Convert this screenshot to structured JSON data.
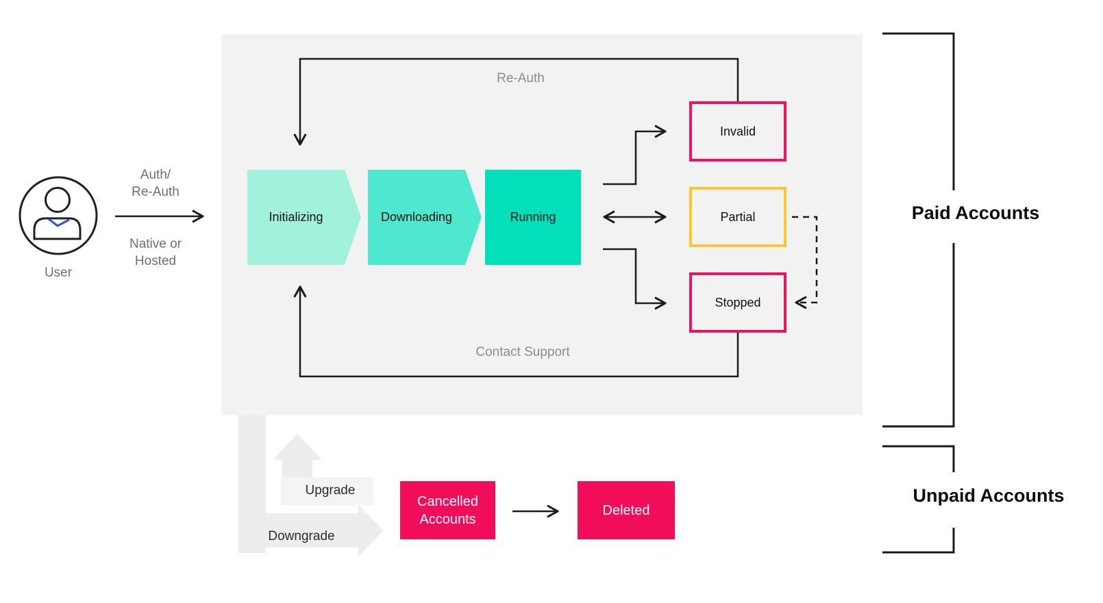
{
  "diagram_title": "account-state-flow",
  "user": {
    "label": "User",
    "auth_line1": "Auth/",
    "auth_line2": "Re-Auth",
    "native_line1": "Native or",
    "native_line2": "Hosted"
  },
  "flow": {
    "initializing": "Initializing",
    "downloading": "Downloading",
    "running": "Running"
  },
  "states": {
    "invalid": "Invalid",
    "partial": "Partial",
    "stopped": "Stopped"
  },
  "loops": {
    "reauth": "Re-Auth",
    "contact": "Contact Support"
  },
  "brackets": {
    "paid": "Paid Accounts",
    "unpaid": "Unpaid Accounts"
  },
  "unpaid_flow": {
    "upgrade": "Upgrade",
    "downgrade": "Downgrade",
    "cancelled_line1": "Cancelled",
    "cancelled_line2": "Accounts",
    "deleted": "Deleted"
  },
  "colors": {
    "panel_gray": "#f2f2f2",
    "block_arrow_gray": "#ededed",
    "mint_light": "#a2f1dc",
    "teal_mid": "#4de8ce",
    "teal": "#02dfba",
    "pink_border": "#f0125e",
    "yellow_border": "#fbc62e",
    "pink_fill": "#f20d5b",
    "line_black": "#1a1a1a",
    "collar_blue": "#2f55cb"
  }
}
